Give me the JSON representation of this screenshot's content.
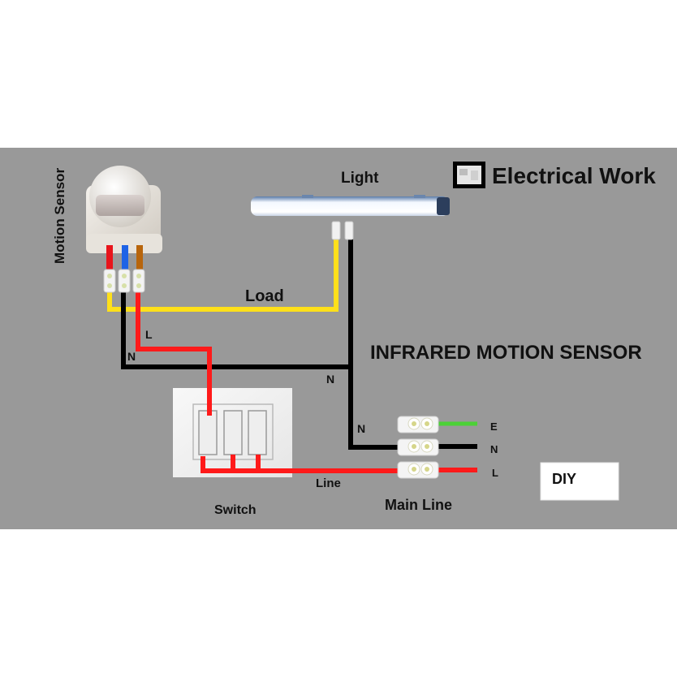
{
  "title": "INFRARED MOTION SENSOR",
  "brand": {
    "label": "Electrical Work",
    "icon": "logo-thumbnail-icon"
  },
  "badge": {
    "label": "DIY"
  },
  "components": {
    "motion_sensor": {
      "label": "Motion Sensor",
      "wire_colors": [
        "#e8141b",
        "#1e63e6",
        "#b8650c"
      ]
    },
    "light": {
      "label": "Light"
    },
    "switch": {
      "label": "Switch",
      "gang_count": 3
    },
    "main_line": {
      "label": "Main Line",
      "terminals": [
        "E",
        "N",
        "L"
      ]
    }
  },
  "wire_labels": {
    "load": "Load",
    "sensor_live": "L",
    "sensor_neutral": "N",
    "neutral_junction": "N",
    "neutral_main": "N",
    "line": "Line"
  },
  "colors": {
    "background": "#999999",
    "live": "#ff1a1a",
    "neutral": "#000000",
    "load": "#ffe01a",
    "earth": "#4cd137",
    "text": "#111111"
  }
}
